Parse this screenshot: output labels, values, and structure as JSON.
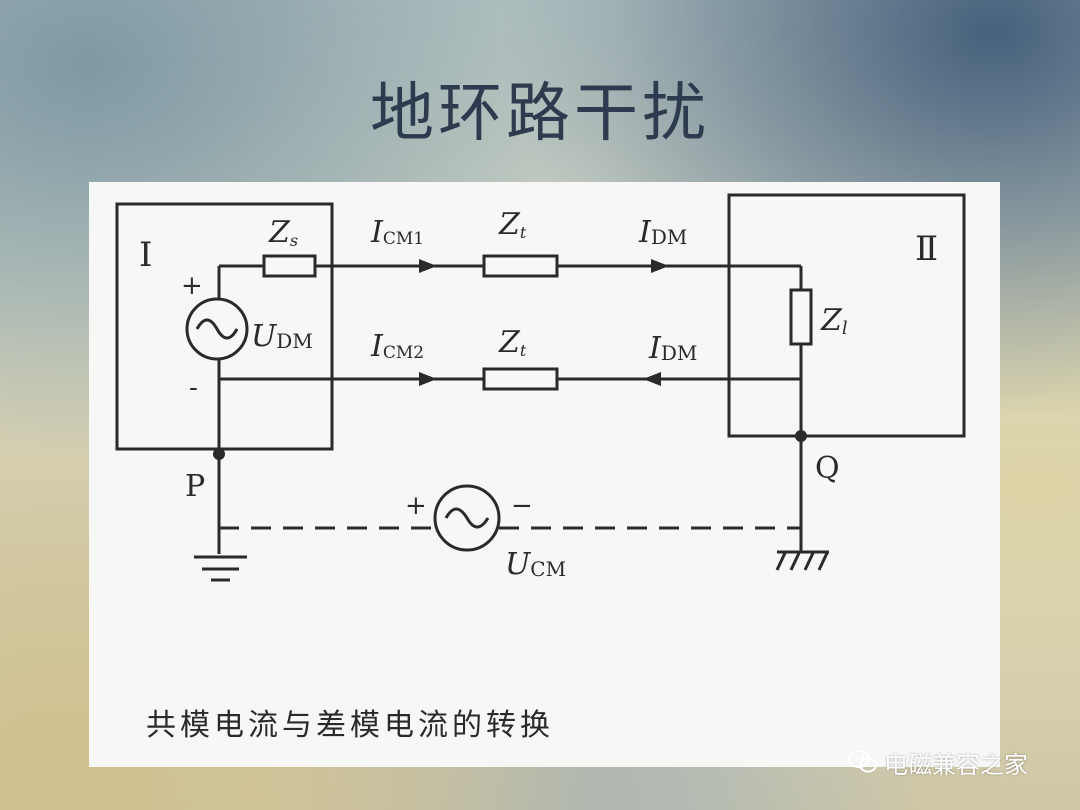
{
  "title": "地环路干扰",
  "diagram": {
    "box_left": "I",
    "box_right": "Ⅱ",
    "zs": {
      "main": "Z",
      "sub": "s"
    },
    "zt_top": {
      "main": "Z",
      "sub": "t"
    },
    "zt_bottom": {
      "main": "Z",
      "sub": "t"
    },
    "zl": {
      "main": "Z",
      "sub": "l"
    },
    "icm1": {
      "main": "I",
      "sub": "CM1"
    },
    "icm2": {
      "main": "I",
      "sub": "CM2"
    },
    "idm_top": {
      "main": "I",
      "sub": "DM"
    },
    "idm_bottom": {
      "main": "I",
      "sub": "DM"
    },
    "udm": {
      "main": "U",
      "sub": "DM"
    },
    "ucm": {
      "main": "U",
      "sub": "CM"
    },
    "plus_left": "+",
    "minus_left": "-",
    "plus_cm": "+",
    "minus_cm": "−",
    "node_p": "P",
    "node_q": "Q"
  },
  "caption": "共模电流与差模电流的转换",
  "watermark": "电磁兼容之家",
  "colors": {
    "title": "#2e3a4e",
    "ink": "#2a2a2a",
    "paper": "#f7f7f5"
  }
}
